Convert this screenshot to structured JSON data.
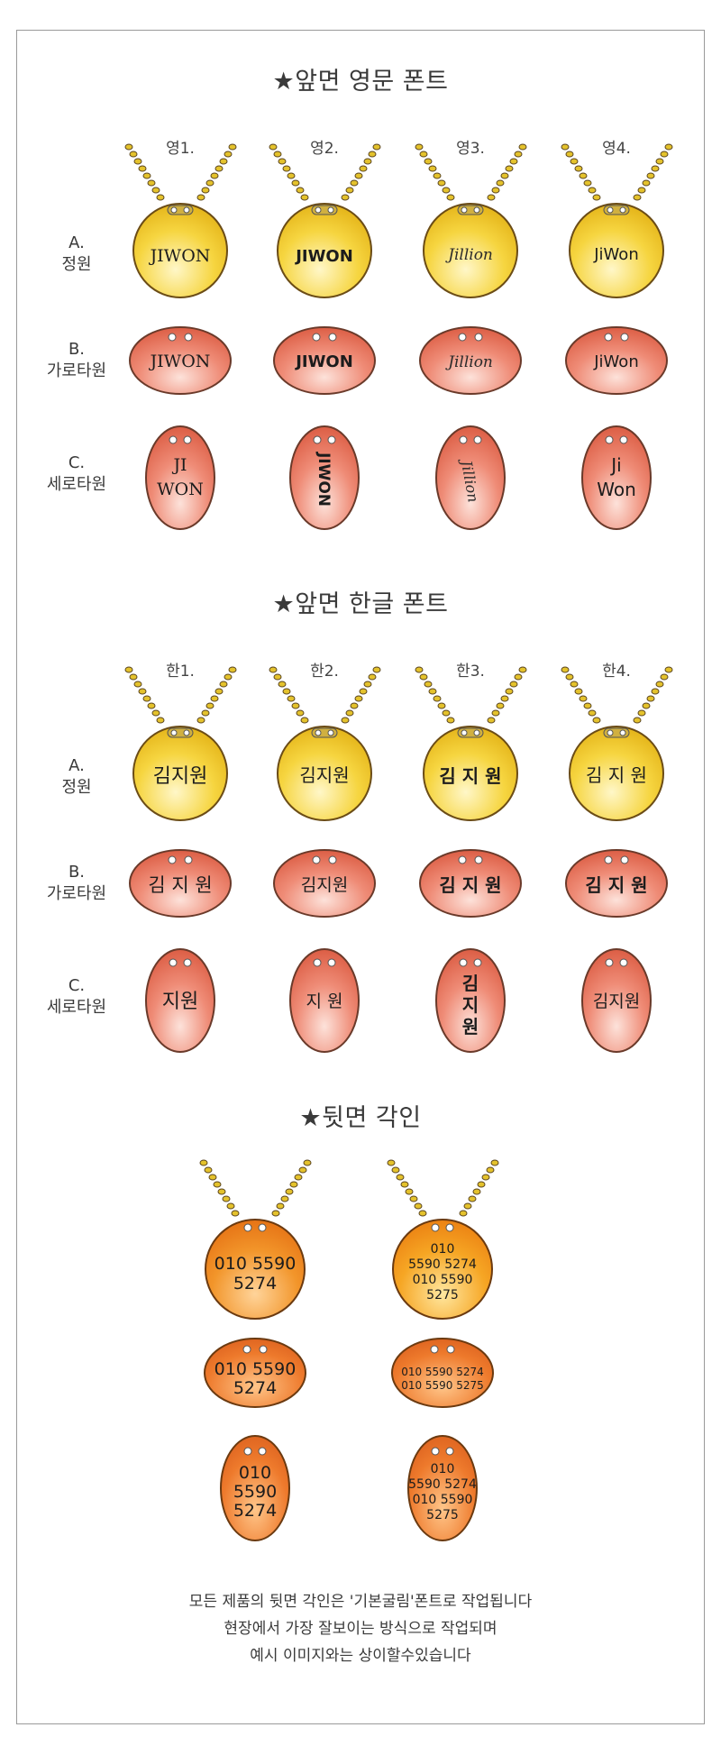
{
  "sections": {
    "english": {
      "title": "★앞면 영문 폰트",
      "columns": [
        "영1.",
        "영2.",
        "영3.",
        "영4."
      ]
    },
    "korean": {
      "title": "★앞면 한글 폰트",
      "columns": [
        "한1.",
        "한2.",
        "한3.",
        "한4."
      ]
    },
    "back": {
      "title": "★뒷면 각인"
    }
  },
  "rows": {
    "a": {
      "code": "A.",
      "name": "정원"
    },
    "b": {
      "code": "B.",
      "name": "가로타원"
    },
    "c": {
      "code": "C.",
      "name": "세로타원"
    }
  },
  "tags": {
    "eng_round_1": "JIWON",
    "eng_round_2": "JIWON",
    "eng_round_3": "Jillion",
    "eng_round_4": "JiWon",
    "eng_horiz_1": "JIWON",
    "eng_horiz_2": "JIWON",
    "eng_horiz_3": "Jillion",
    "eng_horiz_4": "JiWon",
    "eng_vert_1_l1": "JI",
    "eng_vert_1_l2": "WON",
    "eng_vert_2": "JIWON",
    "eng_vert_3": "Jillion",
    "eng_vert_4_l1": "Ji",
    "eng_vert_4_l2": "Won",
    "kor_round_1": "김지원",
    "kor_round_2": "김지원",
    "kor_round_3": "김 지 원",
    "kor_round_4": "김 지 원",
    "kor_horiz_1": "김 지 원",
    "kor_horiz_2": "김지원",
    "kor_horiz_3": "김 지 원",
    "kor_horiz_4": "김 지 원",
    "kor_vert_1": "지원",
    "kor_vert_2": "지 원",
    "kor_vert_3_l1": "김",
    "kor_vert_3_l2": "지",
    "kor_vert_3_l3": "원",
    "kor_vert_4": "김지원",
    "back_round_a_l1": "010 5590",
    "back_round_a_l2": "5274",
    "back_round_b_l1": "010",
    "back_round_b_l2": "5590 5274",
    "back_round_b_l3": "010 5590",
    "back_round_b_l4": "5275",
    "back_horiz_a_l1": "010 5590",
    "back_horiz_a_l2": "5274",
    "back_horiz_b_l1": "010 5590 5274",
    "back_horiz_b_l2": "010 5590 5275",
    "back_vert_a_l1": "010",
    "back_vert_a_l2": "5590",
    "back_vert_a_l3": "5274",
    "back_vert_b_l1": "010",
    "back_vert_b_l2": "5590 5274",
    "back_vert_b_l3": "010 5590",
    "back_vert_b_l4": "5275"
  },
  "footer": [
    "모든 제품의 뒷면 각인은 '기본굴림'폰트로 작업됩니다",
    "현장에서 가장 잘보이는 방식으로 작업되며",
    "예시 이미지와는 상이할수있습니다"
  ],
  "colors": {
    "gold": "#f2c61e",
    "gold_light": "#fff3b0",
    "coral": "#e8735c",
    "coral_light": "#fbd6cc",
    "orange": "#f08a1c",
    "orange_light": "#ffd9a6",
    "chain": "#d8b623",
    "outline": "#4a3420"
  }
}
